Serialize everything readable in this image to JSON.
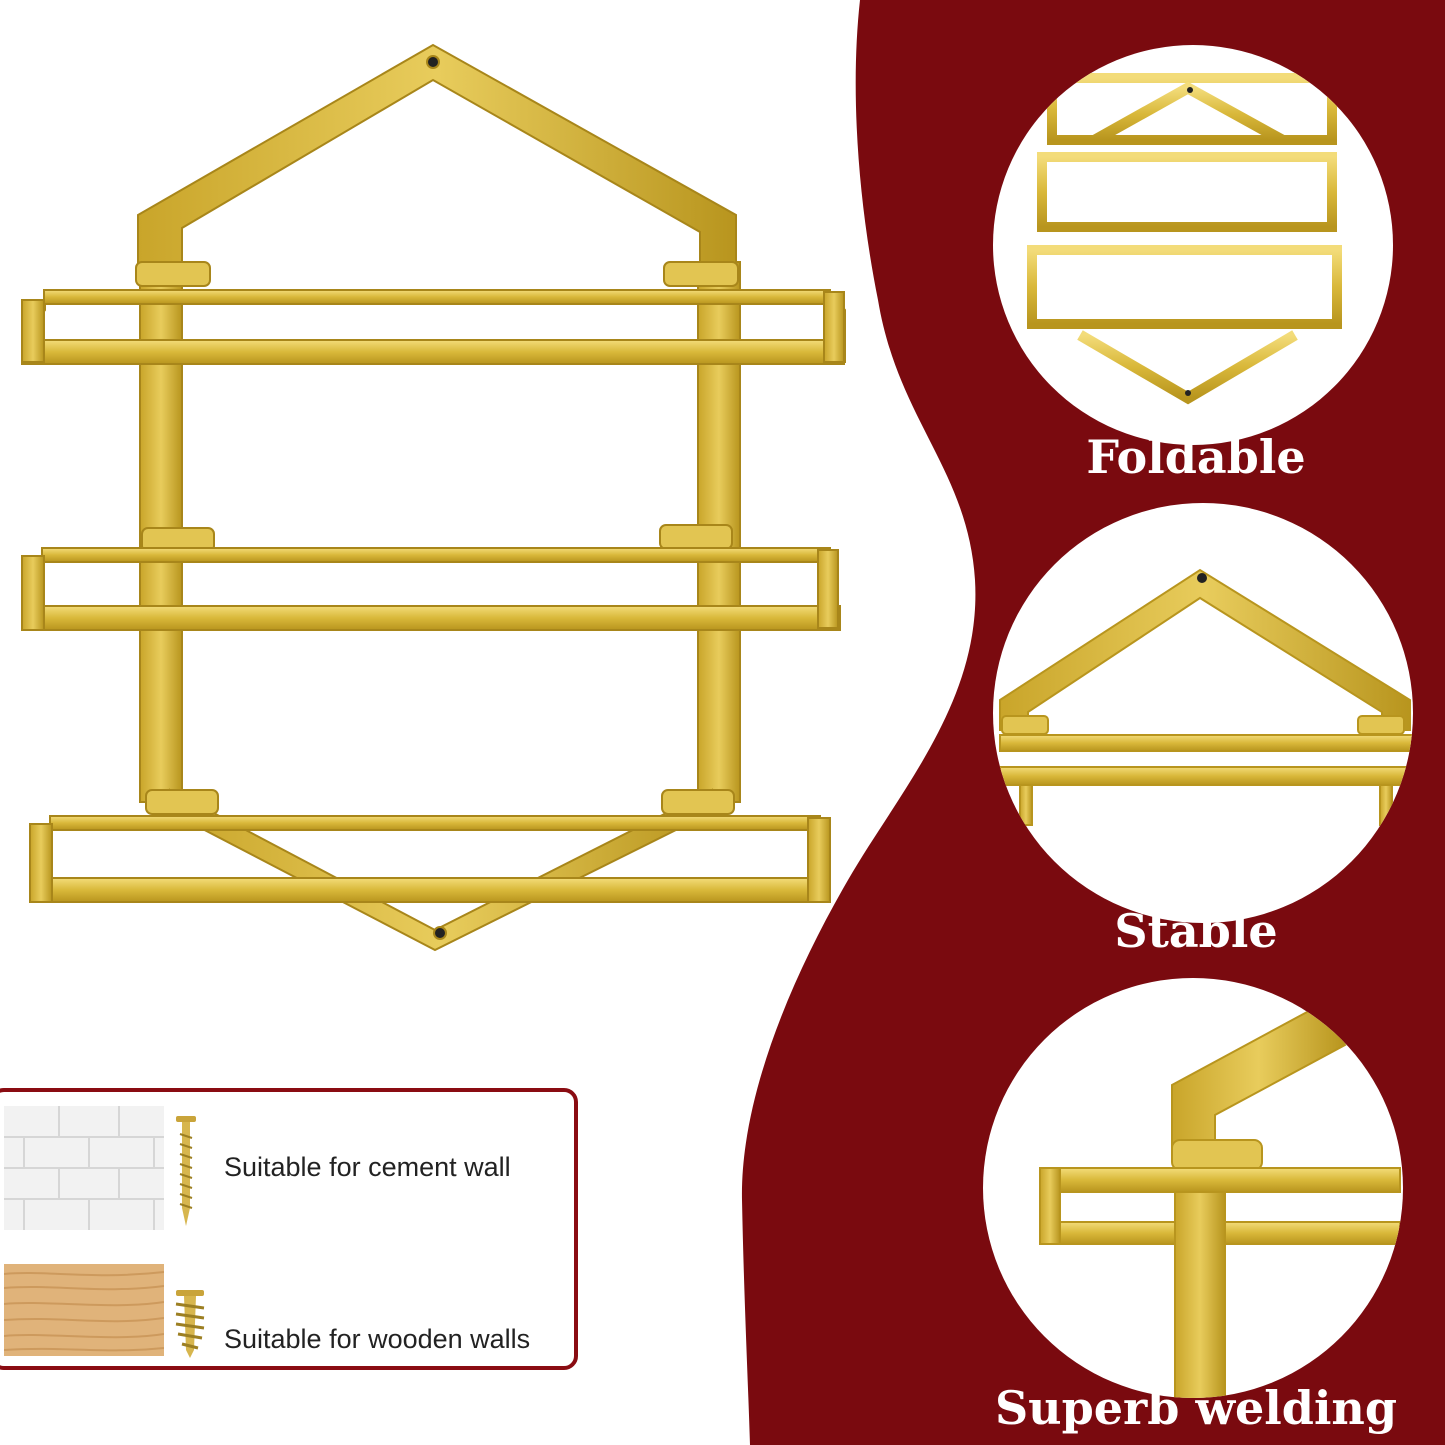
{
  "features": [
    {
      "label": "Foldable"
    },
    {
      "label": "Stable"
    },
    {
      "label": "Superb welding"
    }
  ],
  "wall_types": [
    {
      "label": "Suitable for cement wall",
      "swatch_icon": "brick-wall-icon",
      "screw_icon": "screw-icon"
    },
    {
      "label": "Suitable for wooden walls",
      "swatch_icon": "wood-grain-icon",
      "screw_icon": "wall-anchor-screw-icon"
    }
  ],
  "colors": {
    "accent_red": "#7a0a0f",
    "gold": "#d9b83a",
    "gold_dark": "#b08f1c",
    "gold_light": "#f0d870"
  }
}
